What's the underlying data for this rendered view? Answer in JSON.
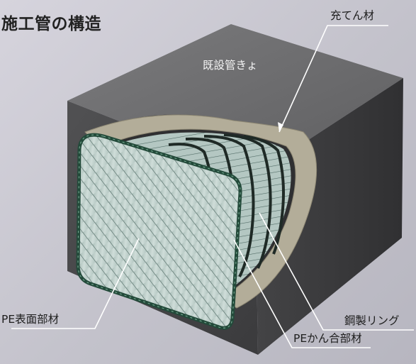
{
  "title": "施工管の構造",
  "labels": {
    "existing_pipe": "既設管きょ",
    "filler": "充てん材",
    "steel_ring": "鋼製リング",
    "pe_joint": "PEかん合部材",
    "pe_surface": "PE表面部材"
  },
  "colors": {
    "background": "#c8c7cf",
    "concrete_top": "#6f6f71",
    "concrete_front": "#474749",
    "concrete_side": "#3a3a3c",
    "filler": "#b3ad99",
    "pe_panel": "#b7c9c4",
    "pe_rim": "#234a3a",
    "steel_ring": "#1f2a26"
  }
}
